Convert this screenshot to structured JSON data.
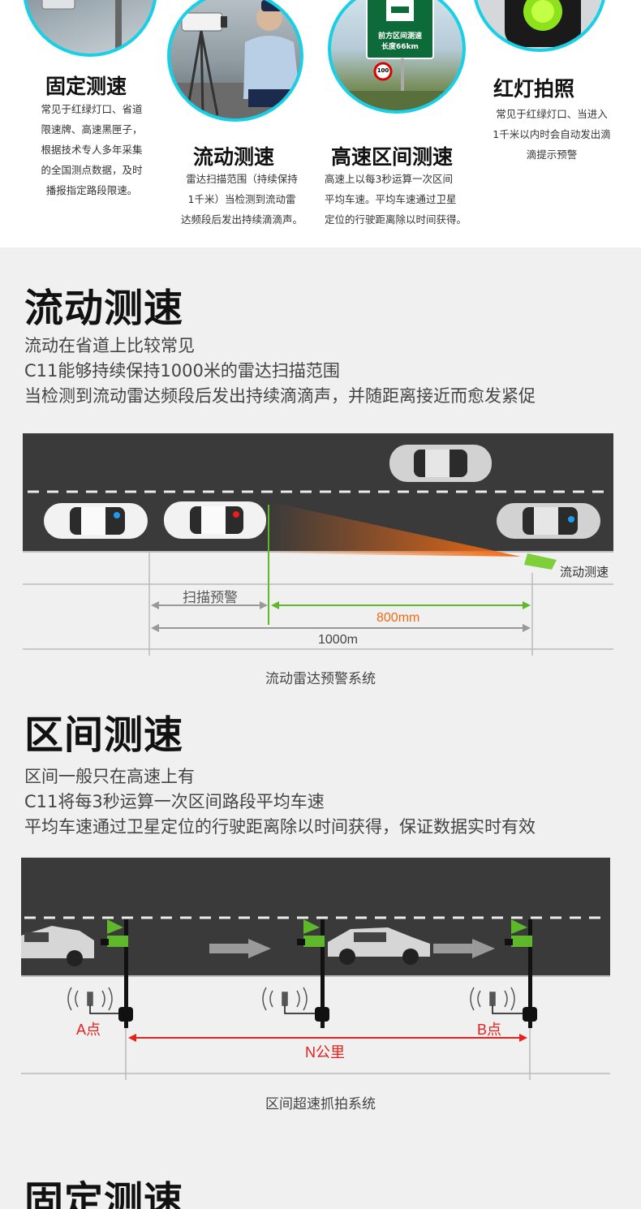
{
  "features": [
    {
      "title": "固定测速",
      "lines": [
        "常见于红绿灯口、省道",
        "限速牌、高速黑匣子，",
        "根据技术专人多年采集",
        "的全国测点数据，及时",
        "播报指定路段限速。"
      ]
    },
    {
      "title": "流动测速",
      "lines": [
        "雷达扫描范围（持续保持",
        "1千米）当检测到流动雷",
        "达频段后发出持续滴滴声。"
      ]
    },
    {
      "title": "高速区间测速",
      "lines": [
        "高速上以每3秒运算一次区间",
        "平均车速。平均车速通过卫星",
        "定位的行驶距离除以时间获得。"
      ]
    },
    {
      "title": "红灯拍照",
      "lines": [
        "常见于红绿灯口、当进入",
        "1千米以内时会自动发出滴",
        "滴提示预警"
      ]
    }
  ],
  "sign": {
    "line1": "前方区间测速",
    "line2": "长度66km",
    "limit": "100"
  },
  "mobile": {
    "title": "流动测速",
    "lines": [
      "流动在省道上比较常见",
      "C11能够持续保持1000米的雷达扫描范围",
      "当检测到流动雷达频段后发出持续滴滴声，并随距离接近而愈发紧促"
    ],
    "radar_label": "流动测速",
    "scan_label": "扫描预警",
    "range_a": "800mm",
    "range_b": "1000m",
    "caption": "流动雷达预警系统"
  },
  "interval": {
    "title": "区间测速",
    "lines": [
      "区间一般只在高速上有",
      "C11将每3秒运算一次区间路段平均车速",
      "平均车速通过卫星定位的行驶距离除以时间获得，保证数据实时有效"
    ],
    "point_a": "A点",
    "point_b": "B点",
    "distance": "N公里",
    "caption": "区间超速抓拍系统"
  },
  "fixed": {
    "title": "固定测速"
  },
  "colors": {
    "accent": "#18d0e6",
    "green": "#5fb82a",
    "orange": "#f06a14",
    "red": "#e8201c",
    "road": "#3a3a3a"
  }
}
